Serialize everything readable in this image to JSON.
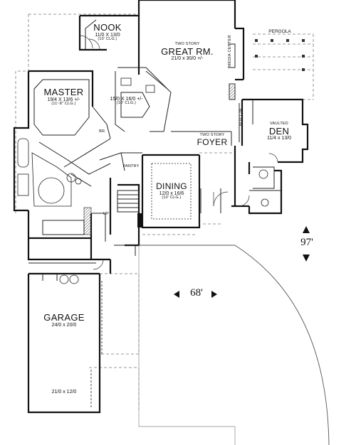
{
  "rooms": {
    "nook": {
      "name": "NOOK",
      "dims": "11/0 X 13/0",
      "ceiling": "(10' CLG.)"
    },
    "great_room": {
      "note": "TWO STORY",
      "name": "GREAT RM.",
      "dims": "21/0 x 30/0 +/-"
    },
    "master": {
      "name": "MASTER",
      "dims": "19/4 X 13/6 +/-",
      "ceiling": "(11'-8\" CLG.)"
    },
    "kitchen": {
      "dims": "15/0 X 16/0 +/-",
      "ceiling": "(10' CLG.)"
    },
    "foyer": {
      "note": "TWO STORY",
      "name": "FOYER"
    },
    "den": {
      "note": "VAULTED",
      "name": "DEN",
      "dims": "11/4 x 13/0"
    },
    "dining": {
      "name": "DINING",
      "dims": "12/0 x 16/6",
      "ceiling": "(10' CLG.)"
    },
    "garage": {
      "name": "GARAGE",
      "dims": "24/0 x 20/0",
      "dims2": "21/0 x 12/0"
    }
  },
  "labels": {
    "pergola": "PERGOLA",
    "media": "MEDIA CENTER",
    "builtin": "BUILT-IN",
    "pantry": "PANTRY",
    "up": "UP",
    "br": "BR."
  },
  "overall": {
    "width": "68'",
    "depth": "97'"
  }
}
